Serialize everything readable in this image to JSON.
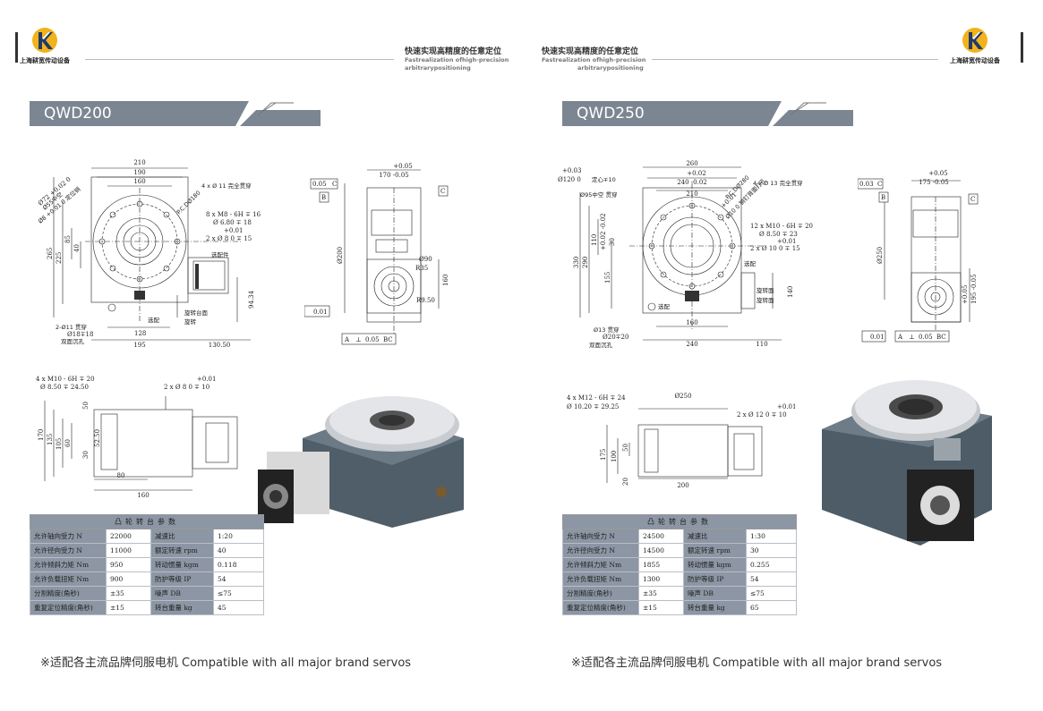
{
  "brand": {
    "logo_letter": "K",
    "company_name": "上海耕宽传动设备"
  },
  "header": {
    "tagline_cn": "快速实现高精度的任意定位",
    "tagline_en_line1": "Fastrealization ofhigh-precision",
    "tagline_en_line2": "arbitrarypositioning"
  },
  "pages": [
    {
      "model": "QWD200",
      "front_view": {
        "labels": [
          "Ø72 +0.02 0",
          "Ø55中空",
          "Ø8 +0.01 0 定位销",
          "210",
          "190",
          "160",
          "4 x Ø 11 完全贯穿",
          "P.C.DØ180",
          "8 x M8 - 6H ∓ 16",
          "Ø 6.80 ∓ 18",
          "+0.01",
          "2 x Ø 8 0 ∓ 15",
          "85",
          "40",
          "225",
          "265",
          "选配件",
          "2-Ø11 贯穿",
          "Ø18∓18",
          "双面沉孔",
          "128",
          "195",
          "130.50",
          "94.34",
          "选配",
          "旋转台面",
          "旋转"
        ]
      },
      "side_view": {
        "labels": [
          "+0.05",
          "170 -0.05",
          "0.05",
          "C",
          "B",
          "C",
          "Ø200",
          "Ø90",
          "R35",
          "R9.50",
          "160",
          "0.01",
          "A",
          "⊥",
          "0.05",
          "BC"
        ]
      },
      "lower_view": {
        "labels": [
          "4 x M10 - 6H ∓ 20",
          "Ø 8.50 ∓ 24.50",
          "+0.01",
          "2 x Ø 8 0 ∓ 10",
          "50",
          "170",
          "135",
          "105",
          "60",
          "30",
          "52.50",
          "80",
          "160"
        ]
      },
      "params": {
        "title": "凸轮转台参数",
        "rows": [
          [
            "允许轴向受力 N",
            "22000",
            "减速比",
            "1:20"
          ],
          [
            "允许径向受力 N",
            "11000",
            "额定转速 rpm",
            "40"
          ],
          [
            "允许倾斜力矩 Nm",
            "950",
            "转动惯量 kgm",
            "0.118"
          ],
          [
            "允许负载扭矩 Nm",
            "900",
            "防护等级 IP",
            "54"
          ],
          [
            "分割精度(角秒)",
            "±35",
            "噪声 DB",
            "≤75"
          ],
          [
            "重复定位精度(角秒)",
            "±15",
            "转台重量 kg",
            "45"
          ]
        ]
      },
      "footnote": "※适配各主流品牌伺服电机 Compatible with all major brand servos"
    },
    {
      "model": "QWD250",
      "front_view": {
        "labels": [
          "+0.03",
          "Ø120 0",
          "定心∓10",
          "Ø95中空 贯穿",
          "260",
          "+0.02",
          "240 -0.02",
          "210",
          "P.C.DØ280",
          "4 x Ø 13 完全贯穿",
          "+0.01",
          "Ø10 0 销钉背面打孔",
          "12 x M10 - 6H ∓ 20",
          "Ø 8.50 ∓ 23",
          "+0.01",
          "2 x Ø 10 0 ∓ 15",
          "110",
          "+0.02 -0.02",
          "30",
          "155",
          "290",
          "330",
          "选配",
          "旋转面",
          "旋转面",
          "选配",
          "140",
          "Ø13 贯穿",
          "Ø20∓20",
          "双面沉孔",
          "160",
          "240",
          "110"
        ]
      },
      "side_view": {
        "labels": [
          "+0.05",
          "175 -0.05",
          "0.03",
          "C",
          "B",
          "C",
          "Ø250",
          "+0.05",
          "195 -0.05",
          "0.01",
          "A",
          "⊥",
          "0.05",
          "BC"
        ]
      },
      "lower_view": {
        "labels": [
          "4 x M12 - 6H ∓ 24",
          "Ø 10.20 ∓ 29.25",
          "Ø250",
          "+0.01",
          "2 x Ø 12 0 ∓ 10",
          "175",
          "100",
          "50",
          "20",
          "200"
        ]
      },
      "params": {
        "title": "凸轮转台参数",
        "rows": [
          [
            "允许轴向受力 N",
            "24500",
            "减速比",
            "1:30"
          ],
          [
            "允许径向受力 N",
            "14500",
            "额定转速 rpm",
            "30"
          ],
          [
            "允许倾斜力矩 Nm",
            "1855",
            "转动惯量 kgm",
            "0.255"
          ],
          [
            "允许负载扭矩 Nm",
            "1300",
            "防护等级 IP",
            "54"
          ],
          [
            "分割精度(角秒)",
            "±35",
            "噪声 DB",
            "≤75"
          ],
          [
            "重复定位精度(角秒)",
            "±15",
            "转台重量 kg",
            "65"
          ]
        ]
      },
      "footnote": "※适配各主流品牌伺服电机 Compatible with all major brand servos"
    }
  ],
  "colors": {
    "banner": "#7c8693",
    "table_header": "#8c96a4",
    "logo_yellow": "#f2b21c",
    "logo_blue": "#1f3a6b",
    "body_metal": "#52616c"
  }
}
